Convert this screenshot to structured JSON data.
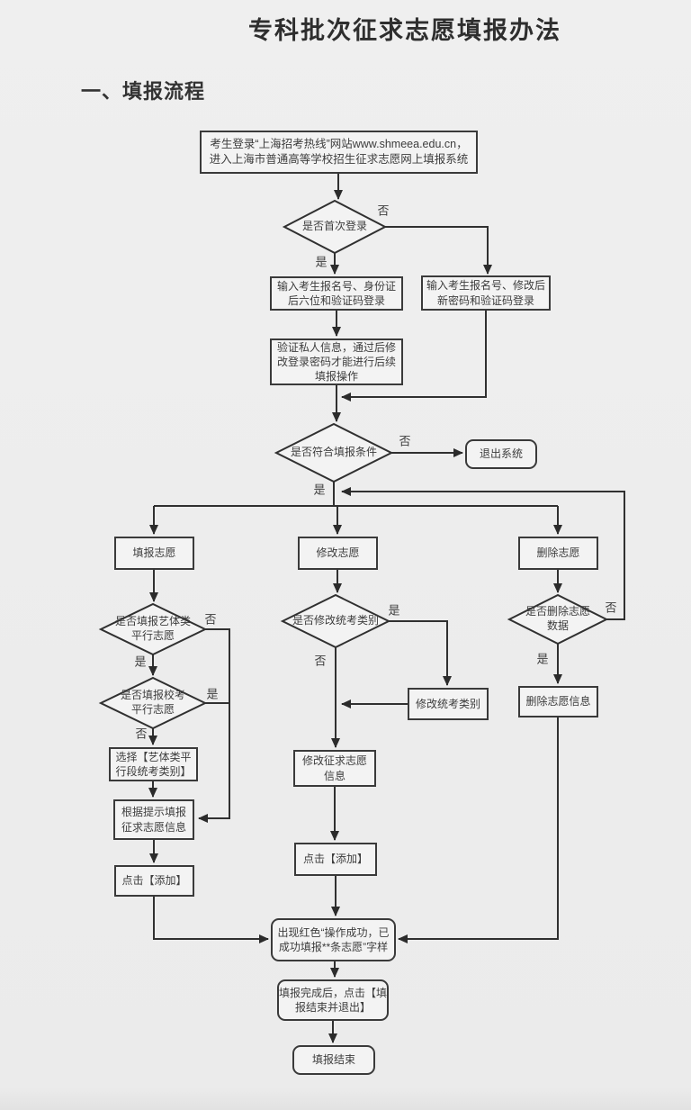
{
  "page": {
    "title": "专科批次征求志愿填报办法",
    "section_heading": "一、填报流程"
  },
  "style": {
    "ink_color": "#303030",
    "background_color": "#ececec",
    "node_fill": "#f3f3f3"
  },
  "flowchart": {
    "nodes": {
      "start": "考生登录“上海招考热线”网站www.shmeea.edu.cn，\n进入上海市普通高等学校招生征求志愿网上填报系统",
      "first_login_q": "是否首次登录",
      "login_first": "输入考生报名号、身份证\n后六位和验证码登录",
      "login_return": "输入考生报名号、修改后\n新密码和验证码登录",
      "verify": "验证私人信息，通过后修\n改登录密码才能进行后续\n填报操作",
      "qualify_q": "是否符合填报条件",
      "exit": "退出系统",
      "fill": "填报志愿",
      "modify": "修改志愿",
      "delete": "删除志愿",
      "art_q": "是否填报艺体类\n平行志愿",
      "school_q": "是否填报校考\n平行志愿",
      "select_cat": "选择【艺体类平\n行段统考类别】",
      "prompt_fill": "根据提示填报\n征求志愿信息",
      "add1": "点击【添加】",
      "mod_cat_q": "是否修改统考类别",
      "mod_cat": "修改统考类别",
      "mod_info": "修改征求志愿\n信息",
      "add2": "点击【添加】",
      "del_q": "是否删除志愿\n数据",
      "del_info": "删除志愿信息",
      "success": "出现红色“操作成功，已\n成功填报**条志愿”字样",
      "finish": "填报完成后，点击【填\n报结束并退出】",
      "end": "填报结束"
    },
    "branch_labels": {
      "yes": "是",
      "no": "否"
    }
  }
}
